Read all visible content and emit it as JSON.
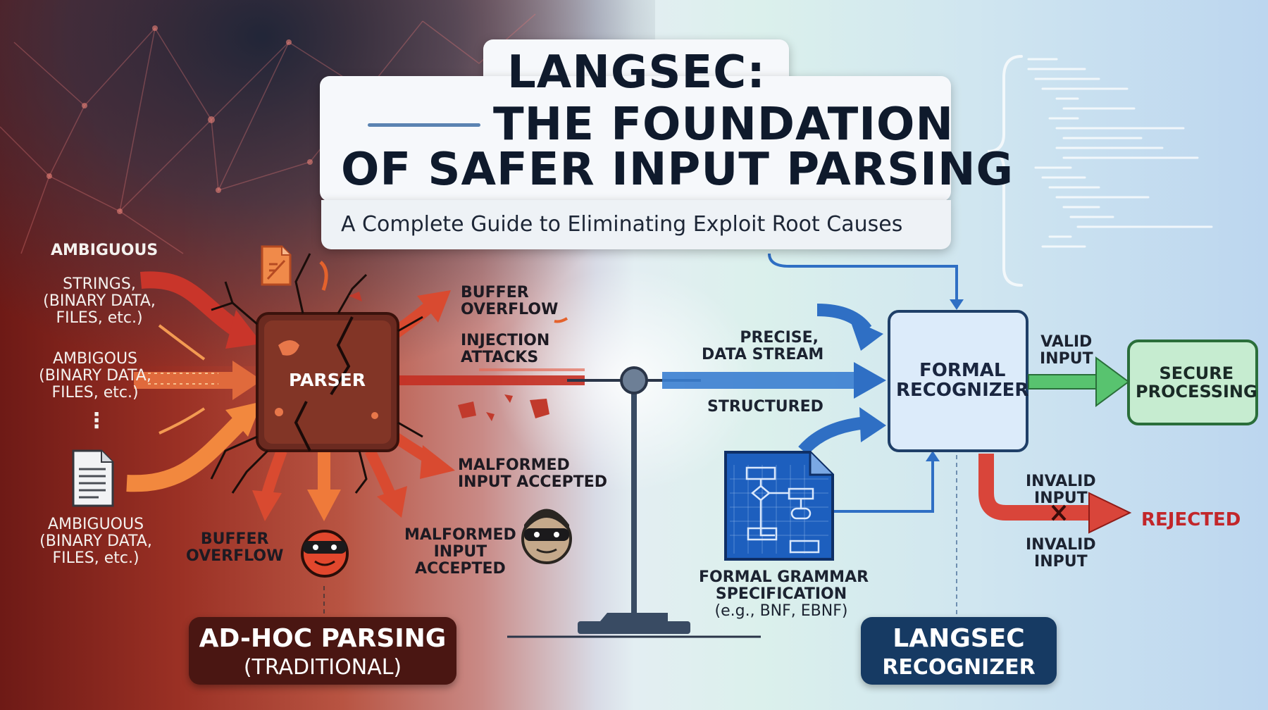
{
  "title": {
    "line1": "LANGSEC:",
    "line2": "THE FOUNDATION",
    "line3": "OF SAFER INPUT PARSING",
    "subtitle": "A Complete Guide to Eliminating Exploit Root Causes"
  },
  "left": {
    "inputs": {
      "ambiguous_heading": "AMBIGUOUS",
      "strings_line1": "STRINGS,",
      "strings_line2": "(BINARY DATA,",
      "strings_line3": "FILES, etc.)",
      "ambigous_line1": "AMBIGOUS",
      "ambigous_line2": "(BINARY DATA,",
      "ambigous_line3": "FILES, etc.)",
      "ellipsis": "⋮",
      "ambiguous2_line1": "AMBIGUOUS",
      "ambiguous2_line2": "(BINARY DATA,",
      "ambiguous2_line3": "FILES, etc.)"
    },
    "parser_label": "PARSER",
    "outcomes": {
      "buffer_overflow_top_1": "BUFFER",
      "buffer_overflow_top_2": "OVERFLOW",
      "injection_1": "INJECTION",
      "injection_2": "ATTACKS",
      "malformed_right_1": "MALFORMED",
      "malformed_right_2": "INPUT ACCEPTED",
      "buffer_overflow_bottom_1": "BUFFER",
      "buffer_overflow_bottom_2": "OVERFLOW",
      "malformed_bottom_1": "MALFORMED",
      "malformed_bottom_2": "INPUT",
      "malformed_bottom_3": "ACCEPTED"
    },
    "badge_line1": "AD-HOC PARSING",
    "badge_line2": "(TRADITIONAL)"
  },
  "right": {
    "precise_1": "PRECISE,",
    "precise_2": "DATA STREAM",
    "structured": "STRUCTURED",
    "recognizer_1": "FORMAL",
    "recognizer_2": "RECOGNIZER",
    "valid_1": "VALID",
    "valid_2": "INPUT",
    "secure_1": "SECURE",
    "secure_2": "PROCESSING",
    "invalid_top_1": "INVALID",
    "invalid_top_2": "INPUT",
    "invalid_bottom_1": "INVALID",
    "invalid_bottom_2": "INPUT",
    "rejected": "REJECTED",
    "grammar_1": "FORMAL GRAMMAR",
    "grammar_2": "SPECIFICATION",
    "grammar_3": "(e.g., BNF, EBNF)",
    "badge_line1": "LANGSEC",
    "badge_line2": "RECOGNIZER"
  },
  "colors": {
    "danger_red": "#c2262a",
    "arrow_blue": "#2f6fc4",
    "arrow_green": "#4cbf6a",
    "navy": "#163a63",
    "maroon": "#4a1612"
  },
  "icons": [
    "document-icon",
    "warning-document-icon",
    "hacker-mask-icon",
    "flowchart-document-icon",
    "balance-scale-icon",
    "code-snippet-icon"
  ]
}
